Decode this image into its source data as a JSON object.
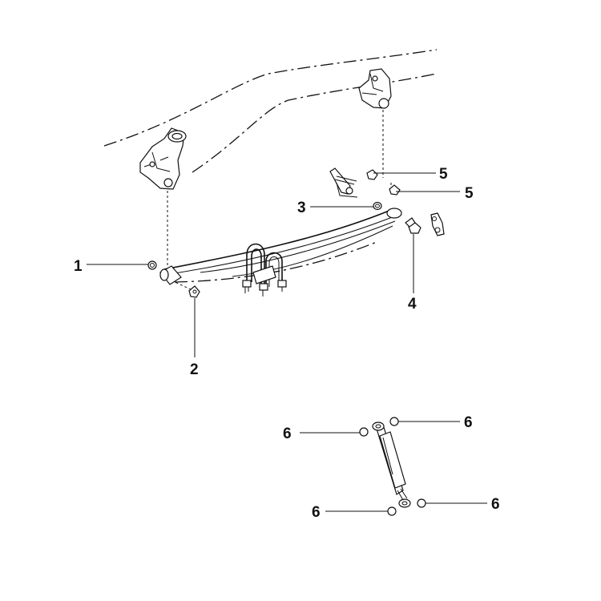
{
  "callouts": [
    {
      "id": "c1a",
      "number": "1"
    },
    {
      "id": "c2a",
      "number": "2"
    },
    {
      "id": "c3a",
      "number": "3"
    },
    {
      "id": "c4a",
      "number": "4"
    },
    {
      "id": "c5a",
      "number": "5"
    },
    {
      "id": "c5b",
      "number": "5"
    },
    {
      "id": "c6a",
      "number": "6"
    },
    {
      "id": "c6b",
      "number": "6"
    },
    {
      "id": "c6c",
      "number": "6"
    },
    {
      "id": "c6d",
      "number": "6"
    }
  ],
  "colors": {
    "ink": "#111111",
    "background": "#ffffff"
  }
}
